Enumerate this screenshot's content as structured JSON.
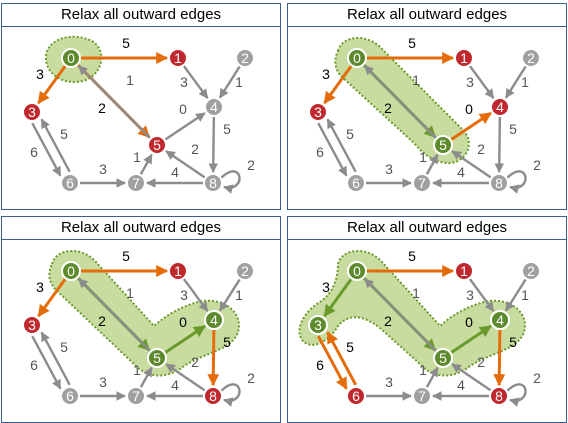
{
  "colors": {
    "panel_border": "#3a5f8f",
    "gray_node": "#a0a0a0",
    "red_node": "#c0282d",
    "green_node": "#5c8a2c",
    "gray_edge": "#8c8c8c",
    "orange_edge": "#e46c0a",
    "green_edge": "#6a9a2c",
    "region_fill": "#c8dca0",
    "region_stroke": "#6a9a2c"
  },
  "nodes": [
    {
      "id": "0",
      "label": "0"
    },
    {
      "id": "1",
      "label": "1"
    },
    {
      "id": "2",
      "label": "2"
    },
    {
      "id": "3",
      "label": "3"
    },
    {
      "id": "4",
      "label": "4"
    },
    {
      "id": "5",
      "label": "5"
    },
    {
      "id": "6",
      "label": "6"
    },
    {
      "id": "7",
      "label": "7"
    },
    {
      "id": "8",
      "label": "8"
    }
  ],
  "edges": [
    {
      "id": "e01",
      "from": "0",
      "to": "1",
      "weight": "5"
    },
    {
      "id": "e03",
      "from": "0",
      "to": "3",
      "weight": "3"
    },
    {
      "id": "e05",
      "from": "0",
      "to": "5",
      "weight": "2"
    },
    {
      "id": "e14",
      "from": "1",
      "to": "4",
      "weight": "3"
    },
    {
      "id": "e24",
      "from": "2",
      "to": "4",
      "weight": "1"
    },
    {
      "id": "e50",
      "from": "5",
      "to": "0",
      "weight": "1"
    },
    {
      "id": "e54",
      "from": "5",
      "to": "4",
      "weight": "0"
    },
    {
      "id": "e48",
      "from": "4",
      "to": "8",
      "weight": "5"
    },
    {
      "id": "e36",
      "from": "3",
      "to": "6",
      "weight": "5"
    },
    {
      "id": "e63",
      "from": "6",
      "to": "3",
      "weight": "6"
    },
    {
      "id": "e67",
      "from": "6",
      "to": "7",
      "weight": "3"
    },
    {
      "id": "e75",
      "from": "7",
      "to": "5",
      "weight": "1"
    },
    {
      "id": "e87",
      "from": "8",
      "to": "7",
      "weight": "4"
    },
    {
      "id": "e85",
      "from": "8",
      "to": "5",
      "weight": "2"
    },
    {
      "id": "e88",
      "from": "8",
      "to": "8",
      "weight": "2"
    }
  ],
  "panels": [
    {
      "title": "Relax all outward edges",
      "node_states": {
        "0": "green",
        "1": "red",
        "2": "gray",
        "3": "red",
        "4": "gray",
        "5": "red",
        "6": "gray",
        "7": "gray",
        "8": "gray"
      },
      "edge_states": {
        "e01": "orange",
        "e03": "orange",
        "e05": "orange"
      },
      "region": "r0"
    },
    {
      "title": "Relax all outward edges",
      "node_states": {
        "0": "green",
        "1": "red",
        "2": "gray",
        "3": "red",
        "4": "red",
        "5": "green",
        "6": "gray",
        "7": "gray",
        "8": "gray"
      },
      "edge_states": {
        "e01": "orange",
        "e03": "orange",
        "e05": "green",
        "e54": "orange"
      },
      "region": "r1"
    },
    {
      "title": "Relax all outward edges",
      "node_states": {
        "0": "green",
        "1": "red",
        "2": "gray",
        "3": "red",
        "4": "green",
        "5": "green",
        "6": "gray",
        "7": "gray",
        "8": "red"
      },
      "edge_states": {
        "e01": "orange",
        "e03": "orange",
        "e05": "green",
        "e54": "green",
        "e48": "orange"
      },
      "region": "r2"
    },
    {
      "title": "Relax all outward edges",
      "node_states": {
        "0": "green",
        "1": "red",
        "2": "gray",
        "3": "green",
        "4": "green",
        "5": "green",
        "6": "red",
        "7": "gray",
        "8": "red"
      },
      "edge_states": {
        "e01": "orange",
        "e03": "green",
        "e05": "green",
        "e54": "green",
        "e48": "orange",
        "e36": "orange",
        "e63": "orange"
      },
      "region": "r3"
    }
  ]
}
